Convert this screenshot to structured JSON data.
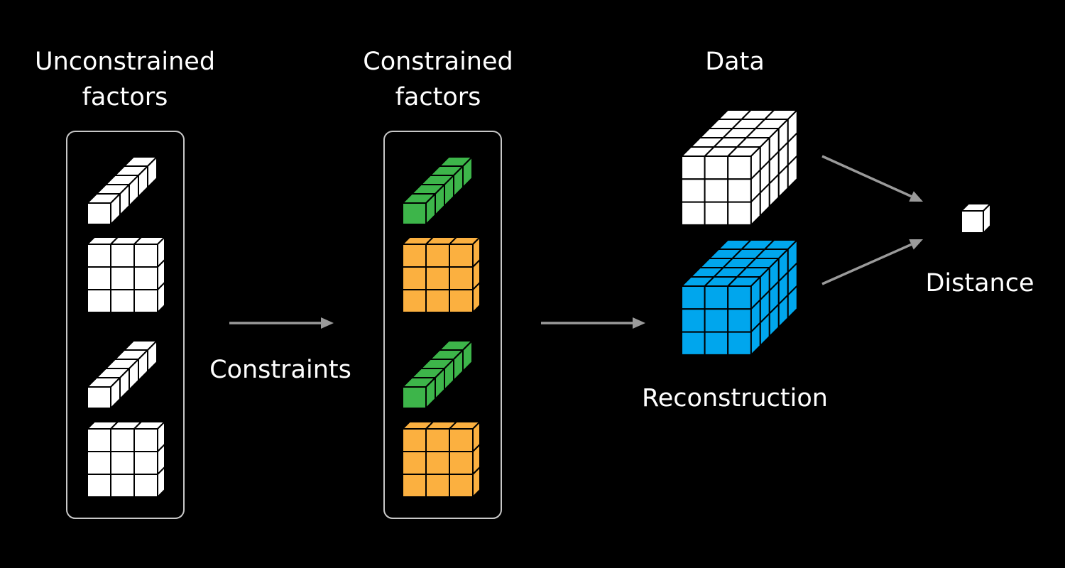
{
  "labels": {
    "unconstrained_line1": "Unconstrained",
    "unconstrained_line2": "factors",
    "constrained_line1": "Constrained",
    "constrained_line2": "factors",
    "data": "Data",
    "constraints": "Constraints",
    "reconstruction": "Reconstruction",
    "distance": "Distance"
  },
  "colors": {
    "background": "#000000",
    "text": "#ffffff",
    "panel_border": "#c8c8c8",
    "arrow": "#9a9a9a",
    "grid_line": "#000000",
    "unconstrained_fill": "#ffffff",
    "data_fill": "#ffffff",
    "vector_constrained_fill": "#3db54a",
    "matrix_constrained_fill": "#fbb040",
    "reconstruction_fill": "#00a6ed"
  }
}
